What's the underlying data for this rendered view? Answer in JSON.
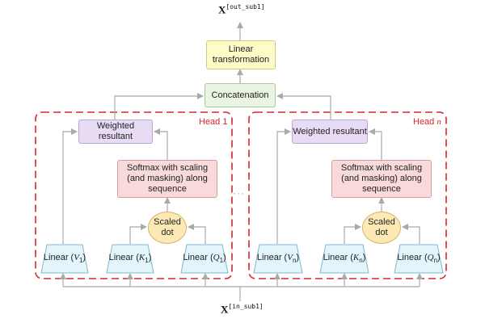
{
  "output_symbol": "X",
  "output_superscript": "[out_sub1]",
  "input_symbol": "X",
  "input_superscript": "[in_sub1]",
  "linear_transformation": "Linear transformation",
  "concatenation": "Concatenation",
  "ellipsis": "···",
  "heads": [
    {
      "label": "Head 1",
      "weighted_resultant": "Weighted resultant",
      "softmax": "Softmax with scaling (and masking) along sequence",
      "scaled_dot": "Scaled dot",
      "linear_v": {
        "text": "Linear (",
        "var": "V",
        "sub": "1",
        "close": ")"
      },
      "linear_k": {
        "text": "Linear (",
        "var": "K",
        "sub": "1",
        "close": ")"
      },
      "linear_q": {
        "text": "Linear (",
        "var": "Q",
        "sub": "1",
        "close": ")"
      }
    },
    {
      "label_prefix": "Head ",
      "label_var": "n",
      "weighted_resultant": "Weighted resultant",
      "softmax": "Softmax with scaling (and masking) along sequence",
      "scaled_dot": "Scaled dot",
      "linear_v": {
        "text": "Linear (",
        "var": "V",
        "sub": "n",
        "close": ")"
      },
      "linear_k": {
        "text": "Linear (",
        "var": "K",
        "sub": "n",
        "close": ")"
      },
      "linear_q": {
        "text": "Linear (",
        "var": "Q",
        "sub": "n",
        "close": ")"
      }
    }
  ],
  "colors": {
    "head_border": "#d9262b",
    "arrow": "#a9a9a9",
    "linear_fill": "#e3f4fb",
    "linear_stroke": "#7fb8cf"
  }
}
